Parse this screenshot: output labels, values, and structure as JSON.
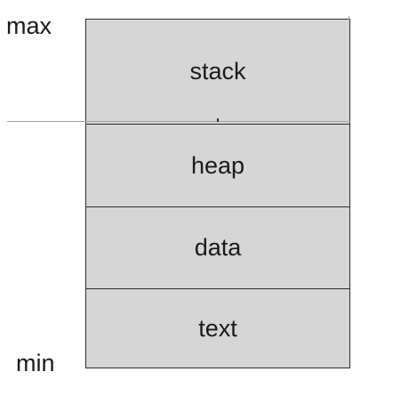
{
  "address_labels": {
    "high": "max",
    "low": "min"
  },
  "segments": [
    {
      "label": "stack"
    },
    {
      "label": "heap"
    },
    {
      "label": "data"
    },
    {
      "label": "text"
    }
  ],
  "colors": {
    "segment_fill": "#d6d6d6",
    "border": "#2e2e2e",
    "guide_line": "#9fa3a8"
  }
}
